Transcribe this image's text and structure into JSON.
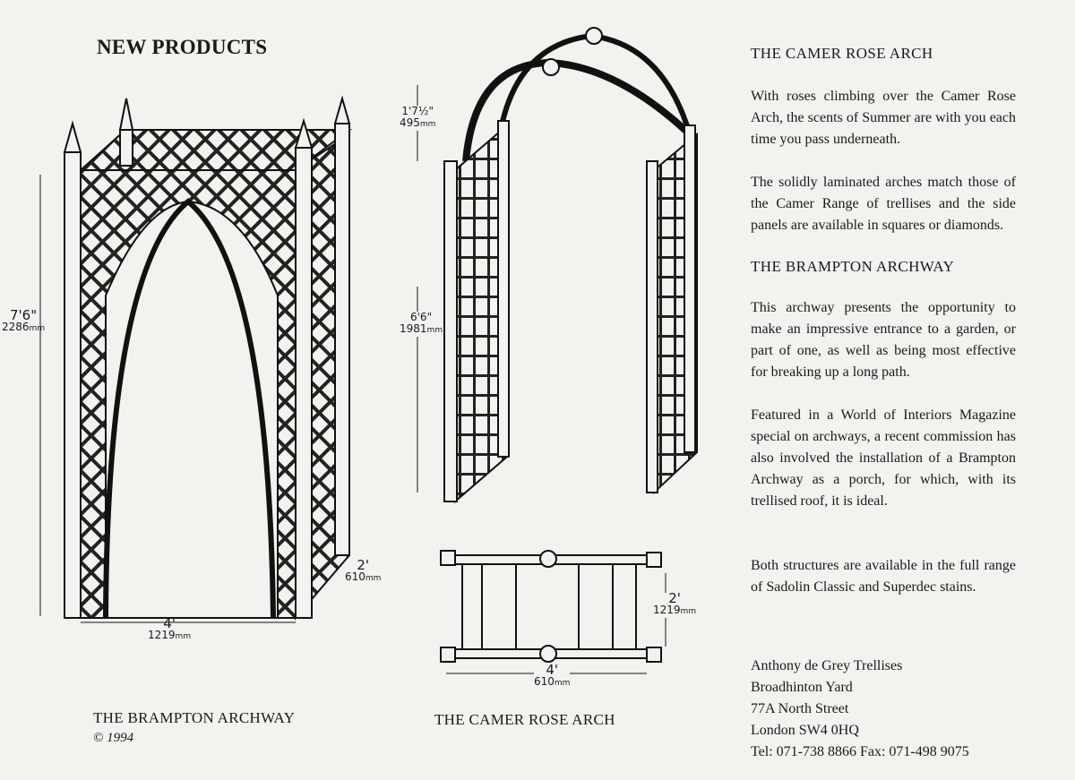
{
  "header": {
    "title": "NEW PRODUCTS"
  },
  "sections": [
    {
      "heading": "THE CAMER ROSE ARCH",
      "paragraphs": [
        "With roses climbing over the Camer Rose Arch, the scents of Summer are with you each time you pass underneath.",
        "The solidly laminated arches match those of the Camer Range of trellises and the side panels are available in squares or diamonds."
      ]
    },
    {
      "heading": "THE BRAMPTON ARCHWAY",
      "paragraphs": [
        "This archway presents the opportunity to make an impressive entrance to a garden, or part of one, as well as being most effective for breaking up a long path.",
        "Featured in a World of Interiors Magazine special on archways, a recent commission has also involved the installation of a Brampton Archway as a porch, for which, with its trellised roof, it is ideal.",
        "Both structures are available in the full range of Sadolin Classic and Superdec stains."
      ]
    }
  ],
  "address": [
    "Anthony de Grey Trellises",
    "Broadhinton Yard",
    "77A North Street",
    "London SW4 0HQ",
    "Tel: 071-738 8866 Fax: 071-498 9075"
  ],
  "captions": {
    "brampton": "THE BRAMPTON ARCHWAY",
    "copyright": "© 1994",
    "camer": "THE CAMER ROSE ARCH"
  },
  "dimensions": {
    "brampton_height_imp": "7'6\"",
    "brampton_height_mm": "2286",
    "brampton_width_imp": "4'",
    "brampton_width_mm": "1219",
    "brampton_depth_imp": "2'",
    "brampton_depth_mm": "610",
    "camer_arch_imp": "1'7½\"",
    "camer_arch_mm": "495",
    "camer_height_imp": "6'6\"",
    "camer_height_mm": "1981",
    "camer_depth_imp": "2'",
    "camer_depth_mm": "1219",
    "camer_width_imp": "4'",
    "camer_width_mm": "610",
    "unit": "mm"
  }
}
